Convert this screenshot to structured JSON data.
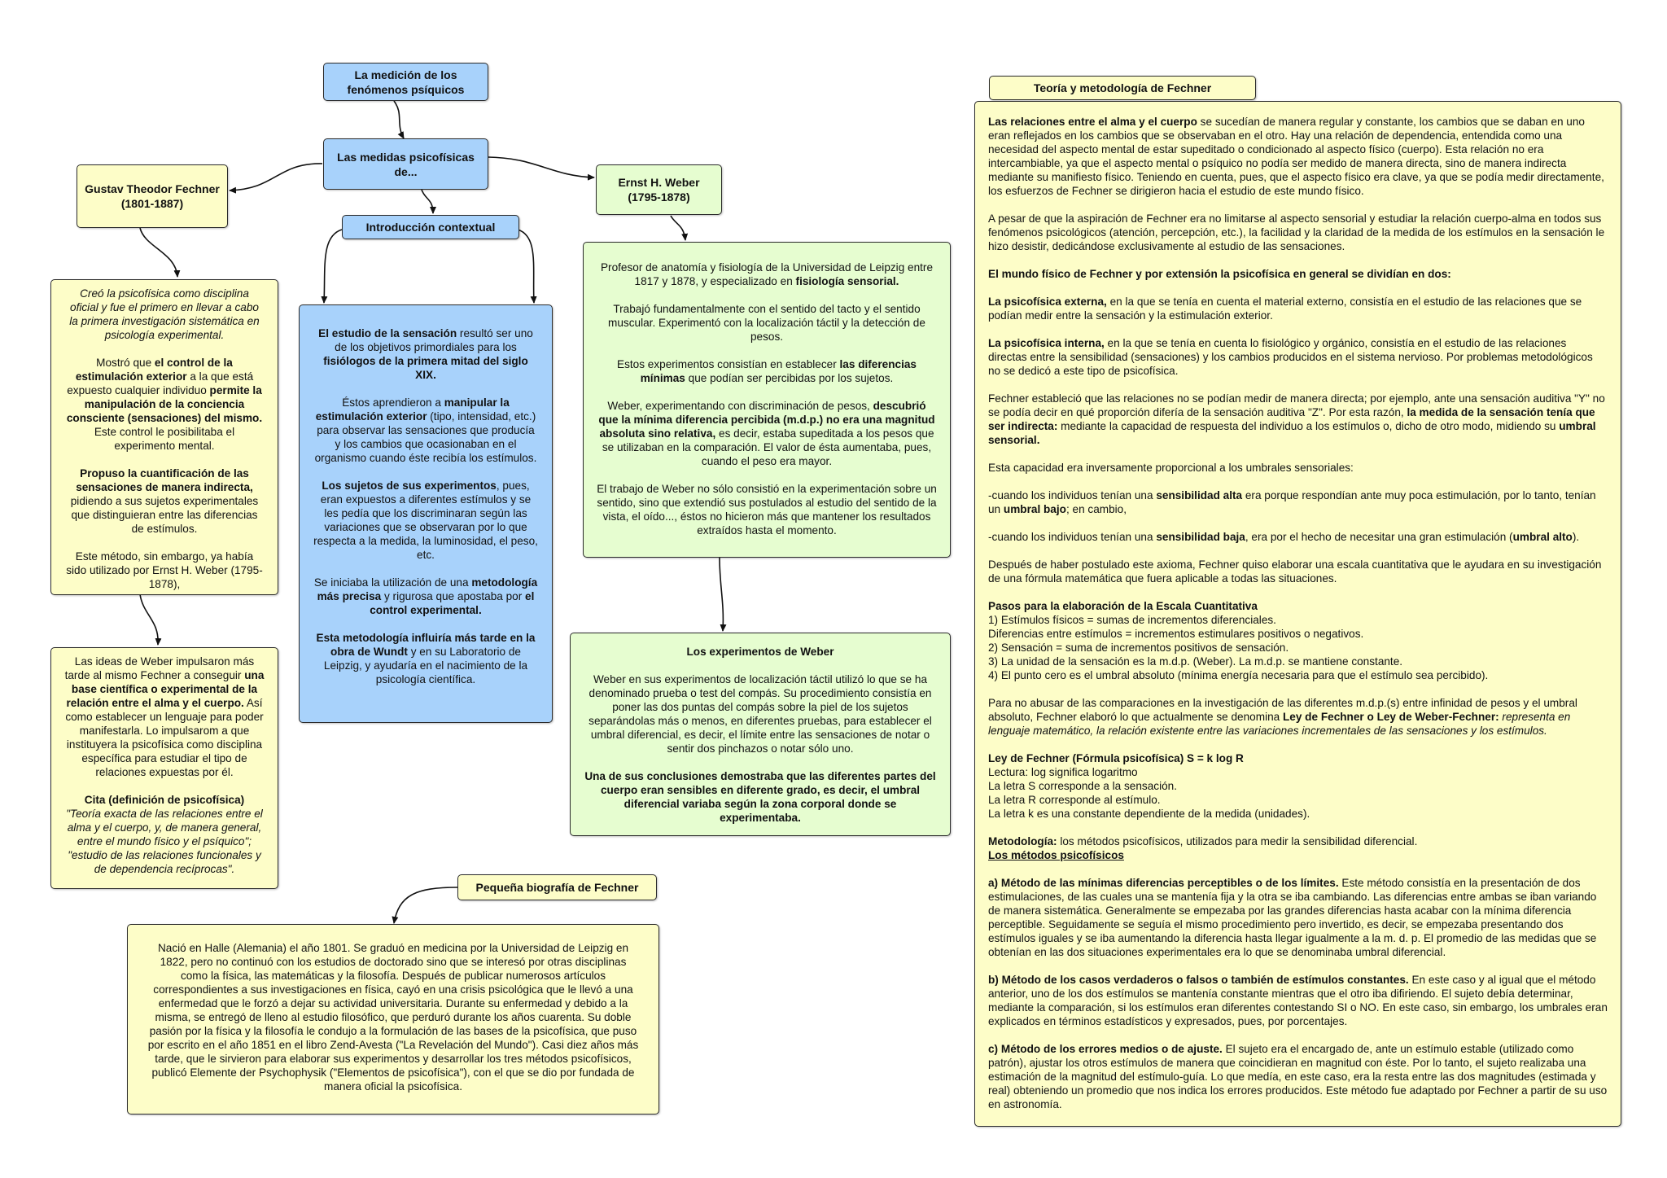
{
  "nodes": {
    "root": "La medición de los fenómenos psíquicos",
    "medidas": "Las medidas psicofísicas de...",
    "fechner": "Gustav Theodor Fechner (1801-1887)",
    "weber": "Ernst H. Weber (1795-1878)",
    "intro": "Introducción contextual",
    "experimentos_title": "Los experimentos de Weber",
    "biografia_title": "Pequeña biografía de Fechner",
    "teoria_title": "Teoría y metodología de Fechner"
  },
  "fechner_box": {
    "p1_italic": "Creó la psicofísica como disciplina oficial y fue el primero en llevar a cabo la primera investigación sistemática en psicología experimental.",
    "p2_a": "Mostró que ",
    "p2_b": "el control de la estimulación exterior",
    "p2_c": " a la que está expuesto cualquier individuo ",
    "p2_d": "permite la manipulación de la conciencia consciente (sensaciones) del mismo.",
    "p2_e": " Este control le posibilitaba el experimento mental.",
    "p3_a": "Propuso la cuantificación de las sensaciones de manera indirecta,",
    "p3_b": " pidiendo a sus sujetos experimentales que distinguieran entre las diferencias de estímulos.",
    "p4": "Este método, sin embargo, ya había sido utilizado por Ernst H. Weber (1795-1878),"
  },
  "ideas_box": {
    "p1_a": "Las ideas de Weber impulsaron más tarde al mismo Fechner a conseguir ",
    "p1_b": "una base científica o experimental de la relación entre el alma y el cuerpo.",
    "p1_c": " Así como establecer un lenguaje para poder manifestarla. Lo impulsarom a que instituyera la psicofísica como disciplina específica para estudiar el tipo de relaciones expuestas por él.",
    "cita_title": "Cita (definición de psicofísica)",
    "cita_text": "\"Teoría exacta de las relaciones entre el alma y el cuerpo, y, de manera general, entre el mundo físico y el psíquico\"; \"estudio de las relaciones funcionales y de dependencia recíprocas\"."
  },
  "intro_box": {
    "p1_a": "El estudio de la sensación",
    "p1_b": " resultó ser uno de los objetivos primordiales para los ",
    "p1_c": "fisiólogos de la primera mitad del siglo XIX.",
    "p2_a": "Éstos aprendieron a ",
    "p2_b": "manipular la estimulación exterior",
    "p2_c": " (tipo, intensidad, etc.) para observar las sensaciones que producía y los cambios que ocasionaban en el organismo cuando éste recibía los estímulos.",
    "p3_a": "Los sujetos de sus experimentos",
    "p3_b": ", pues, eran expuestos a diferentes estímulos y se les pedía que los discriminaran según las variaciones que se observaran por lo que respecta a la medida, la luminosidad, el peso, etc.",
    "p4_a": "Se iniciaba la utilización de una ",
    "p4_b": "metodología más precisa",
    "p4_c": " y rigurosa que apostaba por ",
    "p4_d": "el control experimental.",
    "p5_a": "Esta metodología influiría más tarde en la obra de Wundt",
    "p5_b": " y en su Laboratorio de Leipzig, y ayudaría en el nacimiento de la psicología científica."
  },
  "weber_box": {
    "p1_a": "Profesor de anatomía y fisiología de la Universidad de Leipzig entre 1817 y 1878, y especializado en ",
    "p1_b": "fisiología sensorial.",
    "p2": "Trabajó fundamentalmente con el sentido del tacto y el sentido muscular. Experimentó con la localización táctil y la detección de pesos.",
    "p3_a": "Estos experimentos consistían en establecer ",
    "p3_b": "las diferencias mínimas",
    "p3_c": " que podían ser percibidas por los sujetos.",
    "p4_a": "Weber, experimentando con discriminación de pesos, ",
    "p4_b": "descubrió que la mínima diferencia percibida (m.d.p.) no era una magnitud absoluta sino relativa,",
    "p4_c": " es decir, estaba supeditada a los pesos que se utilizaban en la comparación. El valor de ésta aumentaba, pues, cuando el peso era mayor.",
    "p5": "El trabajo de Weber no sólo consistió en la experimentación sobre un sentido, sino que extendió sus postulados al estudio del sentido de la vista, el oído..., éstos no hicieron más que mantener los resultados extraídos hasta el momento."
  },
  "experimentos_box": {
    "p1": "Weber en sus experimentos de localización táctil utilizó lo que se ha denominado prueba o test del compás. Su procedimiento consistía en poner las dos puntas del compás sobre la piel de los sujetos separándolas más o menos, en diferentes pruebas, para establecer el umbral diferencial, es decir, el límite entre las sensaciones de notar o sentir dos pinchazos o notar sólo uno.",
    "p2": "Una de sus conclusiones demostraba que las diferentes partes del cuerpo eran sensibles en diferente grado, es decir, el umbral diferencial variaba según la zona corporal donde se experimentaba."
  },
  "biografia_box": {
    "text": "Nació en Halle (Alemania) el año 1801. Se graduó en medicina por la Universidad de Leipzig en 1822, pero no continuó con los estudios de doctorado sino que se interesó por otras disciplinas como la física, las matemáticas y la filosofía. Después de publicar numerosos artículos correspondientes a sus investigaciones en física, cayó en una crisis psicológica que le llevó a una enfermedad que le forzó a dejar su actividad universitaria. Durante su enfermedad y debido a la misma, se entregó de lleno al estudio filosófico, que perduró durante los años cuarenta. Su doble pasión por la física y la filosofía le condujo a la formulación de las bases de la psicofísica, que puso por escrito en el año 1851 en el libro Zend-Avesta (\"La Revelación del Mundo\"). Casi diez años más tarde, que le sirvieron para elaborar sus experimentos y desarrollar los tres métodos psicofísicos, publicó Elemente der Psychophysik (\"Elementos de psicofísica\"), con el que se dio por fundada de manera oficial la psicofísica."
  },
  "teoria_box": {
    "p1_a": "Las relaciones entre el alma y el cuerpo",
    "p1_b": " se sucedían de manera regular y constante, los cambios que se daban en uno eran reflejados en los cambios que se observaban en el otro. Hay una relación de dependencia, entendida como una necesidad del aspecto mental de estar supeditado o condicionado al aspecto físico (cuerpo). Esta relación no era intercambiable, ya que el aspecto mental o psíquico no podía ser medido de manera directa, sino de manera indirecta mediante su manifiesto físico. Teniendo en cuenta, pues, que el aspecto físico era clave, ya que se podía medir directamente, los esfuerzos de Fechner se dirigieron hacia el estudio de este mundo físico.",
    "p2": "A pesar de que la aspiración de Fechner era no limitarse al aspecto sensorial y estudiar la relación cuerpo-alma en todos sus fenómenos psicológicos (atención, percepción, etc.), la facilidad y la claridad de la medida de los estímulos en la sensación le hizo desistir, dedicándose exclusivamente al estudio de las sensaciones.",
    "p3": "El mundo físico de Fechner y por extensión la psicofísica en general se dividían en dos:",
    "p4_a": "La psicofísica externa,",
    "p4_b": " en la que se tenía en cuenta el material externo, consistía en el estudio de las relaciones que se podían medir entre la sensación y la estimulación exterior.",
    "p5_a": "La psicofísica interna,",
    "p5_b": " en la que se tenía en cuenta lo fisiológico y orgánico, consistía en el estudio de las relaciones directas entre la sensibilidad (sensaciones) y los cambios producidos en el sistema nervioso. Por problemas metodológicos no se dedicó a este tipo de psicofísica.",
    "p6_a": "Fechner estableció que las relaciones no se podían medir de manera directa; por ejemplo, ante una sensación auditiva \"Y\" no se podía decir en qué proporción difería de la sensación auditiva \"Z\". Por esta razón, ",
    "p6_b": "la medida de la sensación tenía que ser indirecta:",
    "p6_c": " mediante la capacidad de respuesta del individuo a los estímulos o, dicho de otro modo, midiendo su ",
    "p6_d": "umbral sensorial.",
    "p7": "Esta capacidad era inversamente proporcional a los umbrales sensoriales:",
    "p8_a": "-cuando los individuos tenían una ",
    "p8_b": "sensibilidad alta",
    "p8_c": " era porque respondían ante muy poca estimulación, por lo tanto, tenían un ",
    "p8_d": "umbral bajo",
    "p8_e": "; en cambio,",
    "p9_a": "-cuando los individuos tenían una ",
    "p9_b": "sensibilidad baja",
    "p9_c": ", era por el hecho de necesitar una gran estimulación (",
    "p9_d": "umbral alto",
    "p9_e": ").",
    "p10": "Después de haber postulado este axioma, Fechner quiso elaborar una escala cuantitativa que le ayudara en su investigación de una fórmula matemática que fuera aplicable a todas las situaciones.",
    "pasos_title": "Pasos para la elaboración de la Escala Cuantitativa",
    "pasos": [
      "1) Estímulos físicos = sumas de incrementos diferenciales.",
      "Diferencias entre estímulos = incrementos estimulares positivos o negativos.",
      "2) Sensación = suma de incrementos positivos de sensación.",
      "3) La unidad de la sensación es la m.d.p. (Weber). La m.d.p. se mantiene constante.",
      "4) El punto cero es el umbral absoluto (mínima energía necesaria para que el estímulo sea percibido)."
    ],
    "p11_a": "Para no abusar de las comparaciones en la investigación de las diferentes m.d.p.(s) entre infinidad de pesos y el umbral absoluto, Fechner elaboró lo que actualmente se denomina ",
    "p11_b": "Ley de Fechner o Ley de Weber-Fechner:",
    "p11_c": " representa en lenguaje matemático, la relación existente entre las variaciones incrementales de las sensaciones y los estímulos.",
    "ley_title": "Ley de Fechner (Fórmula psicofísica)   S = k log R",
    "ley_lines": [
      "Lectura: log significa logaritmo",
      "La letra S corresponde a la sensación.",
      "La letra R corresponde al estímulo.",
      "La letra k es una constante dependiente de la medida (unidades)."
    ],
    "met_a": "Metodología:",
    "met_b": " los métodos psicofísicos, utilizados para medir la sensibilidad diferencial.",
    "met_u": "Los métodos psicofísicos",
    "ma_a": "a) Método de las mínimas diferencias perceptibles o de los límites.",
    "ma_b": " Este método consistía en la presentación de dos estimulaciones, de las cuales una se mantenía fija y la otra se iba cambiando. Las diferencias entre ambas se iban variando de manera sistemática. Generalmente se empezaba por las grandes diferencias hasta acabar con la mínima diferencia perceptible. Seguidamente se seguía el mismo procedimiento pero invertido, es decir, se empezaba presentando dos estímulos iguales y se iba aumentando la diferencia hasta llegar igualmente a la m. d. p. El promedio de las medidas que se obtenían en las dos situaciones experimentales era lo que se denominaba umbral diferencial.",
    "mb_a": "b) Método de los casos verdaderos o falsos o también de estímulos constantes.",
    "mb_b": " En este caso y al igual que el método anterior, uno de los dos estímulos se mantenía constante mientras que el otro iba difiriendo. El sujeto debía determinar, mediante la comparación, si los estímulos eran diferentes contestando SI o NO. En este caso, sin embargo, los umbrales eran explicados en términos estadísticos y expresados, pues, por porcentajes.",
    "mc_a": "c) Método de los errores medios o de ajuste.",
    "mc_b": " El sujeto era el encargado de, ante un estímulo estable (utilizado como patrón), ajustar los otros estímulos de manera que coincidieran en magnitud con éste. Por lo tanto, el sujeto realizaba una estimación de la magnitud del estímulo-guía. Lo que medía, en este caso, era la resta entre las dos magnitudes (estimada y real) obteniendo un promedio que nos indica los errores producidos. Este método fue adaptado por Fechner a partir de su uso en astronomía."
  }
}
